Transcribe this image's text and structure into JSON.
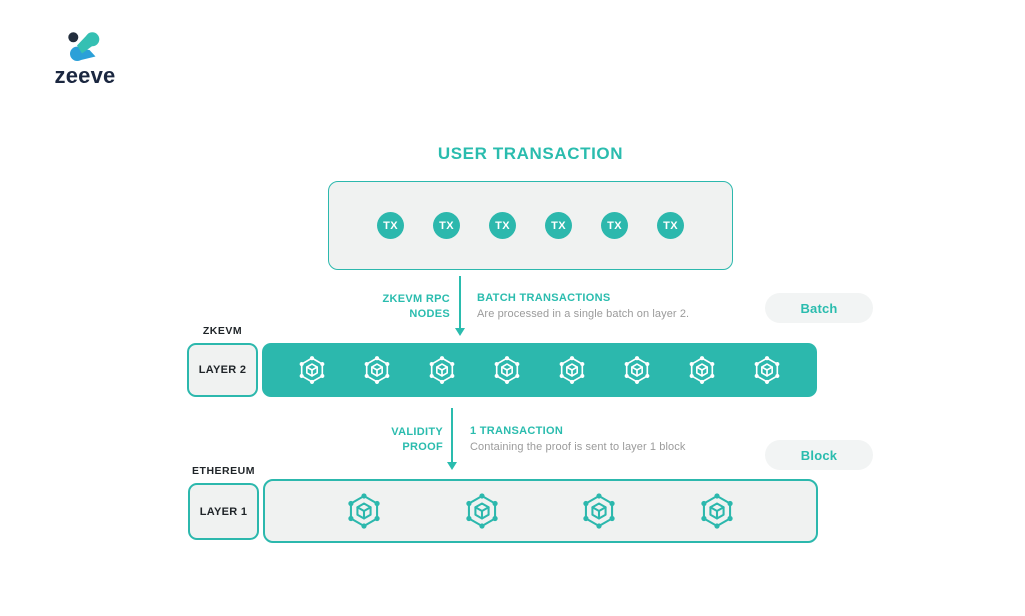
{
  "brand": {
    "wordmark": "zeeve",
    "logo_icon": "zeeve-logo-icon"
  },
  "title": "USER TRANSACTION",
  "colors": {
    "teal": "#2ABCAE",
    "teal_bar": "#2CB8AD",
    "dark_text": "#1F2428",
    "gray_text": "#9B9B9B",
    "box_bg": "#F0F2F1",
    "pill_bg": "#F2F4F4",
    "navy": "#1B2740",
    "logo_teal": "#35C0B3",
    "logo_blue": "#2BA0D8",
    "logo_dark": "#232E3D"
  },
  "user_transactions": {
    "tx_label": "TX",
    "count": 6
  },
  "steps": [
    {
      "left_label_line1": "ZKEVM RPC",
      "left_label_line2": "NODES",
      "heading": "BATCH TRANSACTIONS",
      "description": "Are processed in a single batch on layer 2.",
      "tag": "Batch"
    },
    {
      "left_label_line1": "VALIDITY",
      "left_label_line2": "PROOF",
      "heading": "1 TRANSACTION",
      "description": "Containing the proof is sent to layer 1 block",
      "tag": "Block"
    }
  ],
  "layers": [
    {
      "group_label": "ZKEVM",
      "box_label": "LAYER 2",
      "block_count": 8
    },
    {
      "group_label": "ETHEREUM",
      "box_label": "LAYER 1",
      "block_count": 4
    }
  ]
}
